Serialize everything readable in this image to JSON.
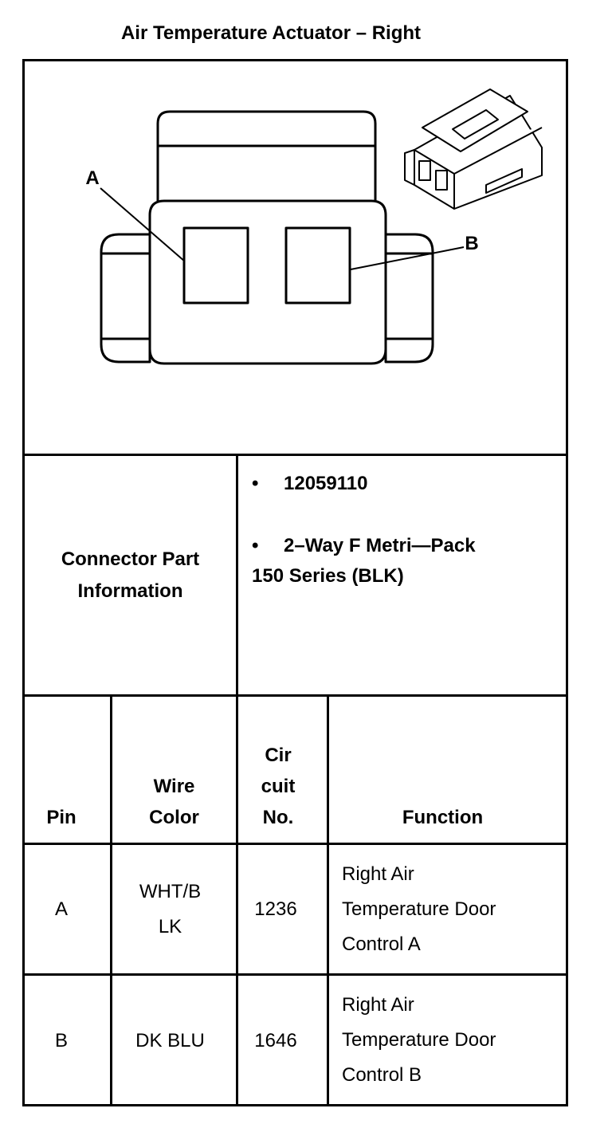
{
  "title": "Air Temperature Actuator – Right",
  "diagram": {
    "label_a": "A",
    "label_b": "B"
  },
  "connector_info": {
    "label_line1": "Connector Part",
    "label_line2": "Information",
    "part_number": "12059110",
    "description_line1": "2–Way F Metri—Pack",
    "description_line2": "150 Series (BLK)",
    "bullet": "•"
  },
  "table": {
    "headers": {
      "pin": "Pin",
      "wire_color_line1": "Wire",
      "wire_color_line2": "Color",
      "circuit_line1": "Cir",
      "circuit_line2": "cuit",
      "circuit_line3": "No.",
      "function": "Function"
    },
    "rows": [
      {
        "pin": "A",
        "wire_line1": "WHT/B",
        "wire_line2": "LK",
        "circuit": "1236",
        "function_line1": "Right Air",
        "function_line2": "Temperature Door",
        "function_line3": "Control A"
      },
      {
        "pin": "B",
        "wire": "DK BLU",
        "circuit": "1646",
        "function_line1": "Right Air",
        "function_line2": "Temperature Door",
        "function_line3": "Control B"
      }
    ]
  }
}
